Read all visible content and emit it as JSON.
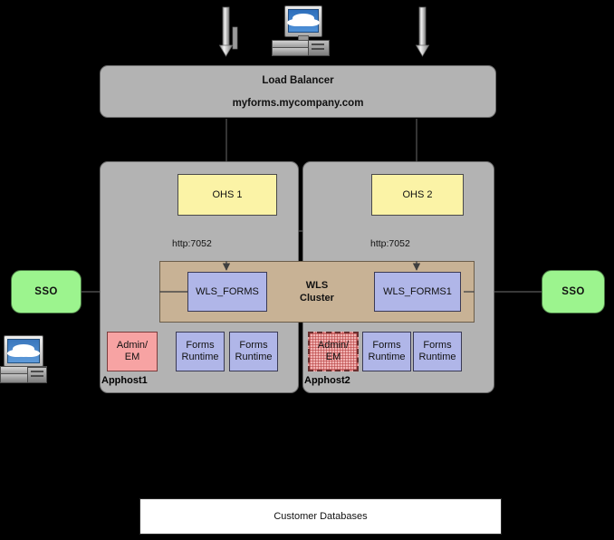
{
  "diagram": {
    "title": "Oracle Forms High Availability Topology",
    "colors": {
      "host_panel": "#b3b3b3",
      "ohs": "#fbf3a6",
      "wls_managed": "#b0b6e8",
      "admin_em": "#f7a3a3",
      "sso": "#9cf48e",
      "cluster_band": "#c8b295",
      "database": "#ffffff",
      "background": "#000000",
      "wire": "#4a4a4a"
    }
  },
  "client": {
    "icon": "desktop-computer-icon",
    "inbound_arrow_left": "down-arrow-icon",
    "inbound_arrow_right": "down-arrow-icon"
  },
  "load_balancer": {
    "title": "Load Balancer",
    "hostname": "myforms.mycompany.com"
  },
  "sso_left": {
    "label": "SSO"
  },
  "sso_right": {
    "label": "SSO"
  },
  "client_left": {
    "icon": "desktop-computer-icon"
  },
  "cluster": {
    "label_line1": "WLS",
    "label_line2": "Cluster"
  },
  "hosts": [
    {
      "name": "Apphost1",
      "ohs": {
        "label": "OHS 1"
      },
      "port_label": "http:7052",
      "managed_server": {
        "label": "WLS_FORMS"
      },
      "admin": {
        "label_line1": "Admin/",
        "label_line2": "EM",
        "standby": false
      },
      "runtimes": [
        {
          "label_line1": "Forms",
          "label_line2": "Runtime"
        },
        {
          "label_line1": "Forms",
          "label_line2": "Runtime"
        }
      ]
    },
    {
      "name": "Apphost2",
      "ohs": {
        "label": "OHS 2"
      },
      "port_label": "http:7052",
      "managed_server": {
        "label": "WLS_FORMS1"
      },
      "admin": {
        "label_line1": "Admin/",
        "label_line2": "EM",
        "standby": true
      },
      "runtimes": [
        {
          "label_line1": "Forms",
          "label_line2": "Runtime"
        },
        {
          "label_line1": "Forms",
          "label_line2": "Runtime"
        }
      ]
    }
  ],
  "database": {
    "label": "Customer Databases"
  }
}
